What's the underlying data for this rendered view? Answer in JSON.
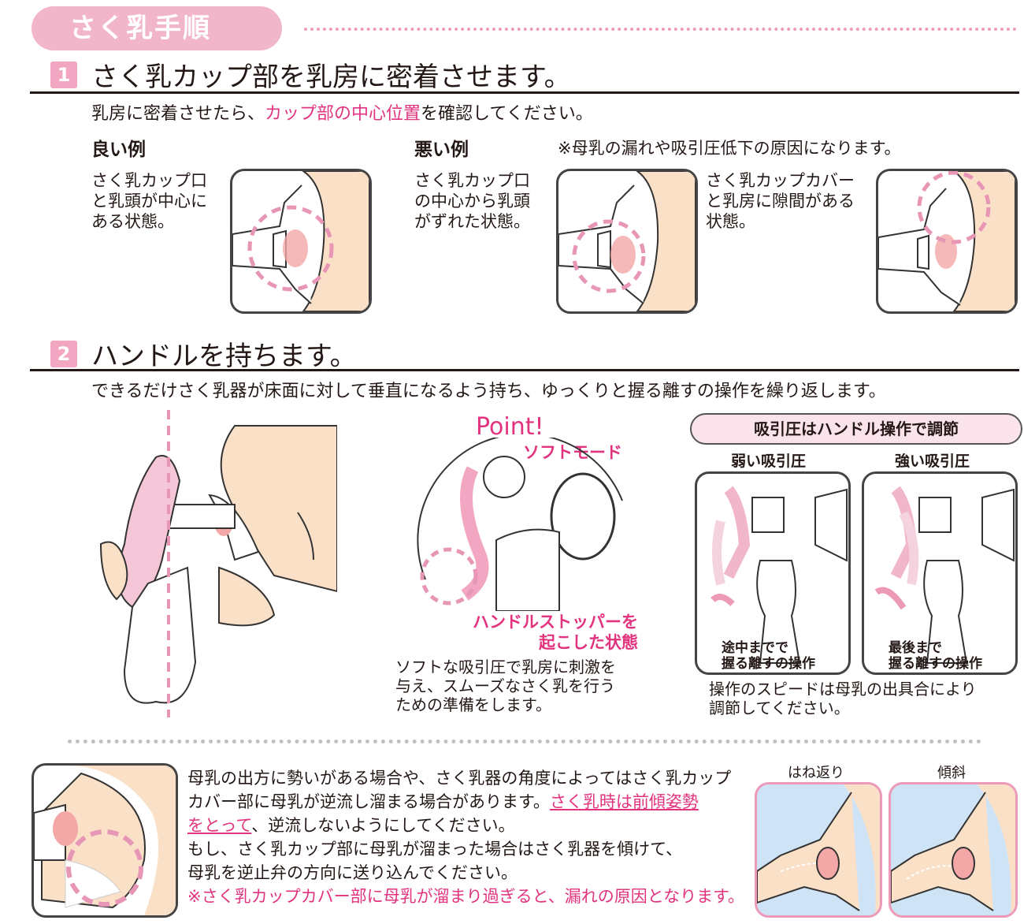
{
  "header": {
    "title": "さく乳手順"
  },
  "step1": {
    "num": "1",
    "heading": "さく乳カップ部を乳房に密着させます。",
    "intro_a": "乳房に密着させたら、",
    "intro_highlight": "カップ部の中心位置",
    "intro_b": "を確認してください。",
    "good_label": "良い例",
    "bad_label": "悪い例",
    "bad_note": "※母乳の漏れや吸引圧低下の原因になります。",
    "good_desc": [
      "さく乳カップ口",
      "と乳頭が中心に",
      "ある状態。"
    ],
    "bad1_desc": [
      "さく乳カップ口",
      "の中心から乳頭",
      "がずれた状態。"
    ],
    "bad2_desc": [
      "さく乳カップカバー",
      "と乳房に隙間がある",
      "状態。"
    ]
  },
  "step2": {
    "num": "2",
    "heading": "ハンドルを持ちます。",
    "intro": "できるだけさく乳器が床面に対して垂直になるよう持ち、ゆっくりと握る離すの操作を繰り返します。",
    "point": "Point!",
    "soft_mode": "ソフトモード",
    "stopper": [
      "ハンドルストッパーを",
      "起こした状態"
    ],
    "soft_desc": [
      "ソフトな吸引圧で乳房に刺激を",
      "与え、スムーズなさく乳を行う",
      "ための準備をします。"
    ],
    "suction_title": "吸引圧はハンドル操作で調節",
    "weak": "弱い吸引圧",
    "strong": "強い吸引圧",
    "weak_cap": [
      "途中までで",
      "握る離すの操作"
    ],
    "strong_cap": [
      "最後まで",
      "握る離すの操作"
    ],
    "speed_note": [
      "操作のスピードは母乳の出具合により",
      "調節してください。"
    ]
  },
  "note": {
    "lines": [
      "母乳の出方に勢いがある場合や、さく乳器の角度によってはさく乳カップ",
      "カバー部に母乳が逆流し溜まる場合があります。"
    ],
    "underlined_a": "さく乳時は前傾姿勢",
    "underlined_b": "をとって",
    "line3_rest": "、逆流しないようにしてください。",
    "line4": "もし、さく乳カップ部に母乳が溜まった場合はさく乳器を傾けて、",
    "line5": "母乳を逆止弁の方向に送り込んでください。",
    "warning": "※さく乳カップカバー部に母乳が溜まり過ぎると、漏れの原因となります。",
    "splash_label": "はね返り",
    "tilt_label": "傾斜"
  },
  "colors": {
    "accent": "#e2337f",
    "pink_light": "#f2b6ca",
    "skin": "#fbe0c8",
    "blue": "#cfe3f6"
  }
}
